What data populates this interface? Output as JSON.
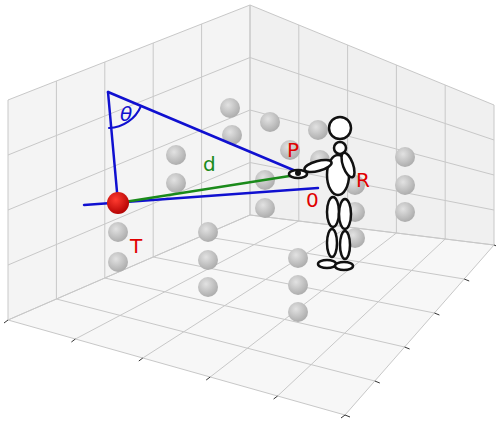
{
  "diagram": {
    "labels": [
      "θ",
      "d",
      "P",
      "0",
      "T",
      "R"
    ]
  }
}
